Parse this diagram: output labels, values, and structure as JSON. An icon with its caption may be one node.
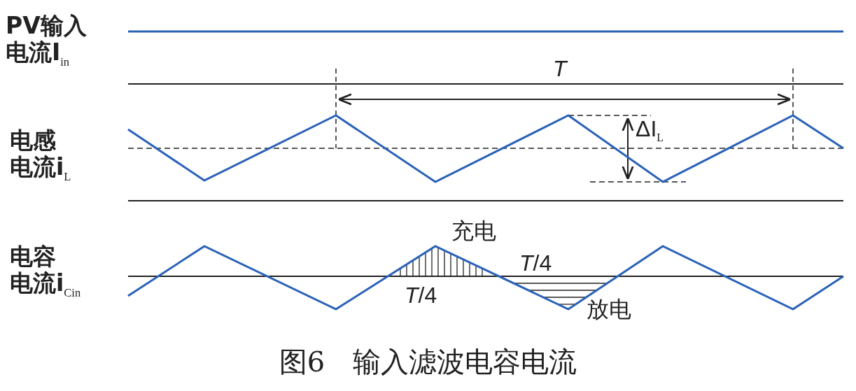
{
  "diagram": {
    "caption": "图6　输入滤波电容电流",
    "labels": [
      "PV输入电流I$_{in}$",
      "*T*",
      "电感电流i$_{L}$",
      "ΔI$_{L}$",
      "充电",
      "电容电流i$_{Cin}$",
      "*T*/4",
      "*T*/4",
      "放电"
    ]
  }
}
